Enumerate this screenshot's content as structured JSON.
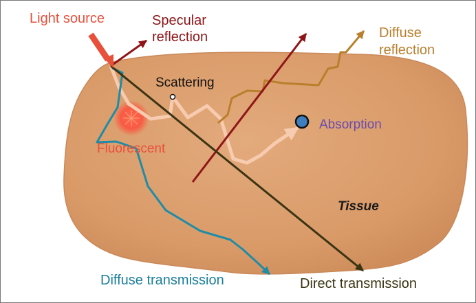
{
  "labels": {
    "light_source": "Light source",
    "specular_line1": "Specular",
    "specular_line2": "reflection",
    "diffuse_reflection_line1": "Diffuse",
    "diffuse_reflection_line2": "reflection",
    "scattering": "Scattering",
    "absorption": "Absorption",
    "fluorescent": "Fluorescent",
    "tissue": "Tissue",
    "diffuse_transmission": "Diffuse transmission",
    "direct_transmission": "Direct transmission"
  },
  "colors": {
    "tissue_fill": "#dea072",
    "light_source": "#e8503c",
    "specular": "#8e1518",
    "diffuse_reflection": "#b97f2c",
    "scattering_path": "#f7cbb0",
    "diffuse_transmission": "#1e8ca6",
    "direct_transmission": "#3a3413",
    "absorber": "#3f7fc0",
    "fluorescent_glow": "#ff4a3a"
  }
}
